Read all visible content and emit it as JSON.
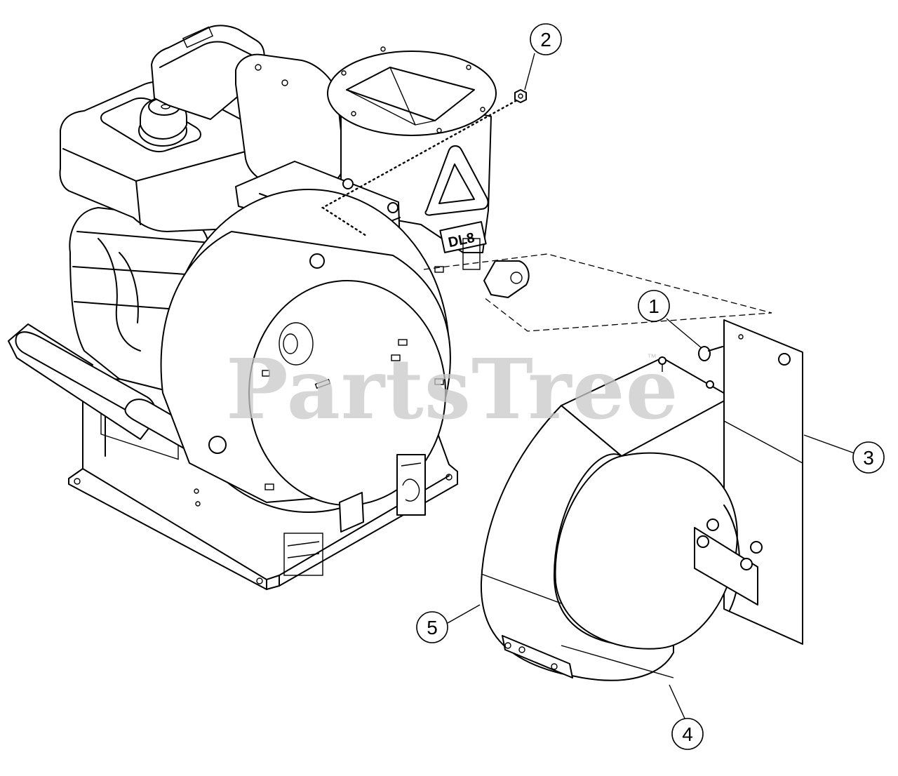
{
  "watermark": {
    "text": "PartsTree",
    "trademark": "™"
  },
  "decal_text": "DL8",
  "callouts": [
    {
      "number": "1"
    },
    {
      "number": "2"
    },
    {
      "number": "3"
    },
    {
      "number": "4"
    },
    {
      "number": "5"
    }
  ]
}
